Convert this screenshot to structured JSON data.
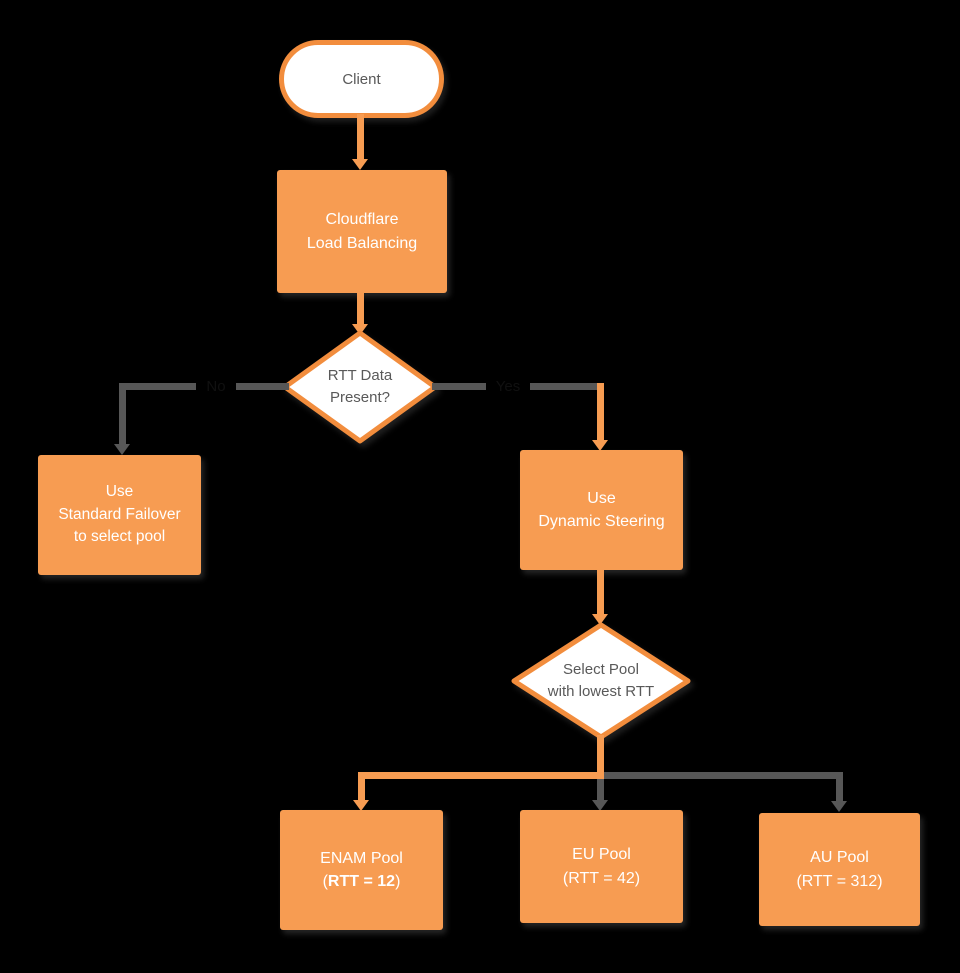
{
  "nodes": {
    "client": {
      "label": "Client"
    },
    "load_balancing": {
      "label": "Cloudflare\nLoad Balancing"
    },
    "rtt_decision": {
      "label": "RTT Data\nPresent?"
    },
    "standard_failover": {
      "label": "Use\nStandard Failover\nto select pool"
    },
    "dynamic_steering": {
      "label": "Use\nDynamic Steering"
    },
    "select_pool": {
      "label": "Select Pool\nwith lowest RTT"
    },
    "enam_pool": {
      "name": "ENAM Pool",
      "rtt_open": "(",
      "rtt_bold": "RTT = 12",
      "rtt_close": ")"
    },
    "eu_pool": {
      "name": "EU Pool",
      "rtt": "(RTT = 42)"
    },
    "au_pool": {
      "name": "AU Pool",
      "rtt": "(RTT = 312)"
    }
  },
  "edge_labels": {
    "no": "No",
    "yes": "Yes"
  },
  "colors": {
    "orange_fill": "#F79C52",
    "orange_border": "#F28D3D",
    "gray_line": "#575757",
    "background": "#000000",
    "text_on_orange": "#FFFFFF",
    "text_dark": "#595959"
  }
}
